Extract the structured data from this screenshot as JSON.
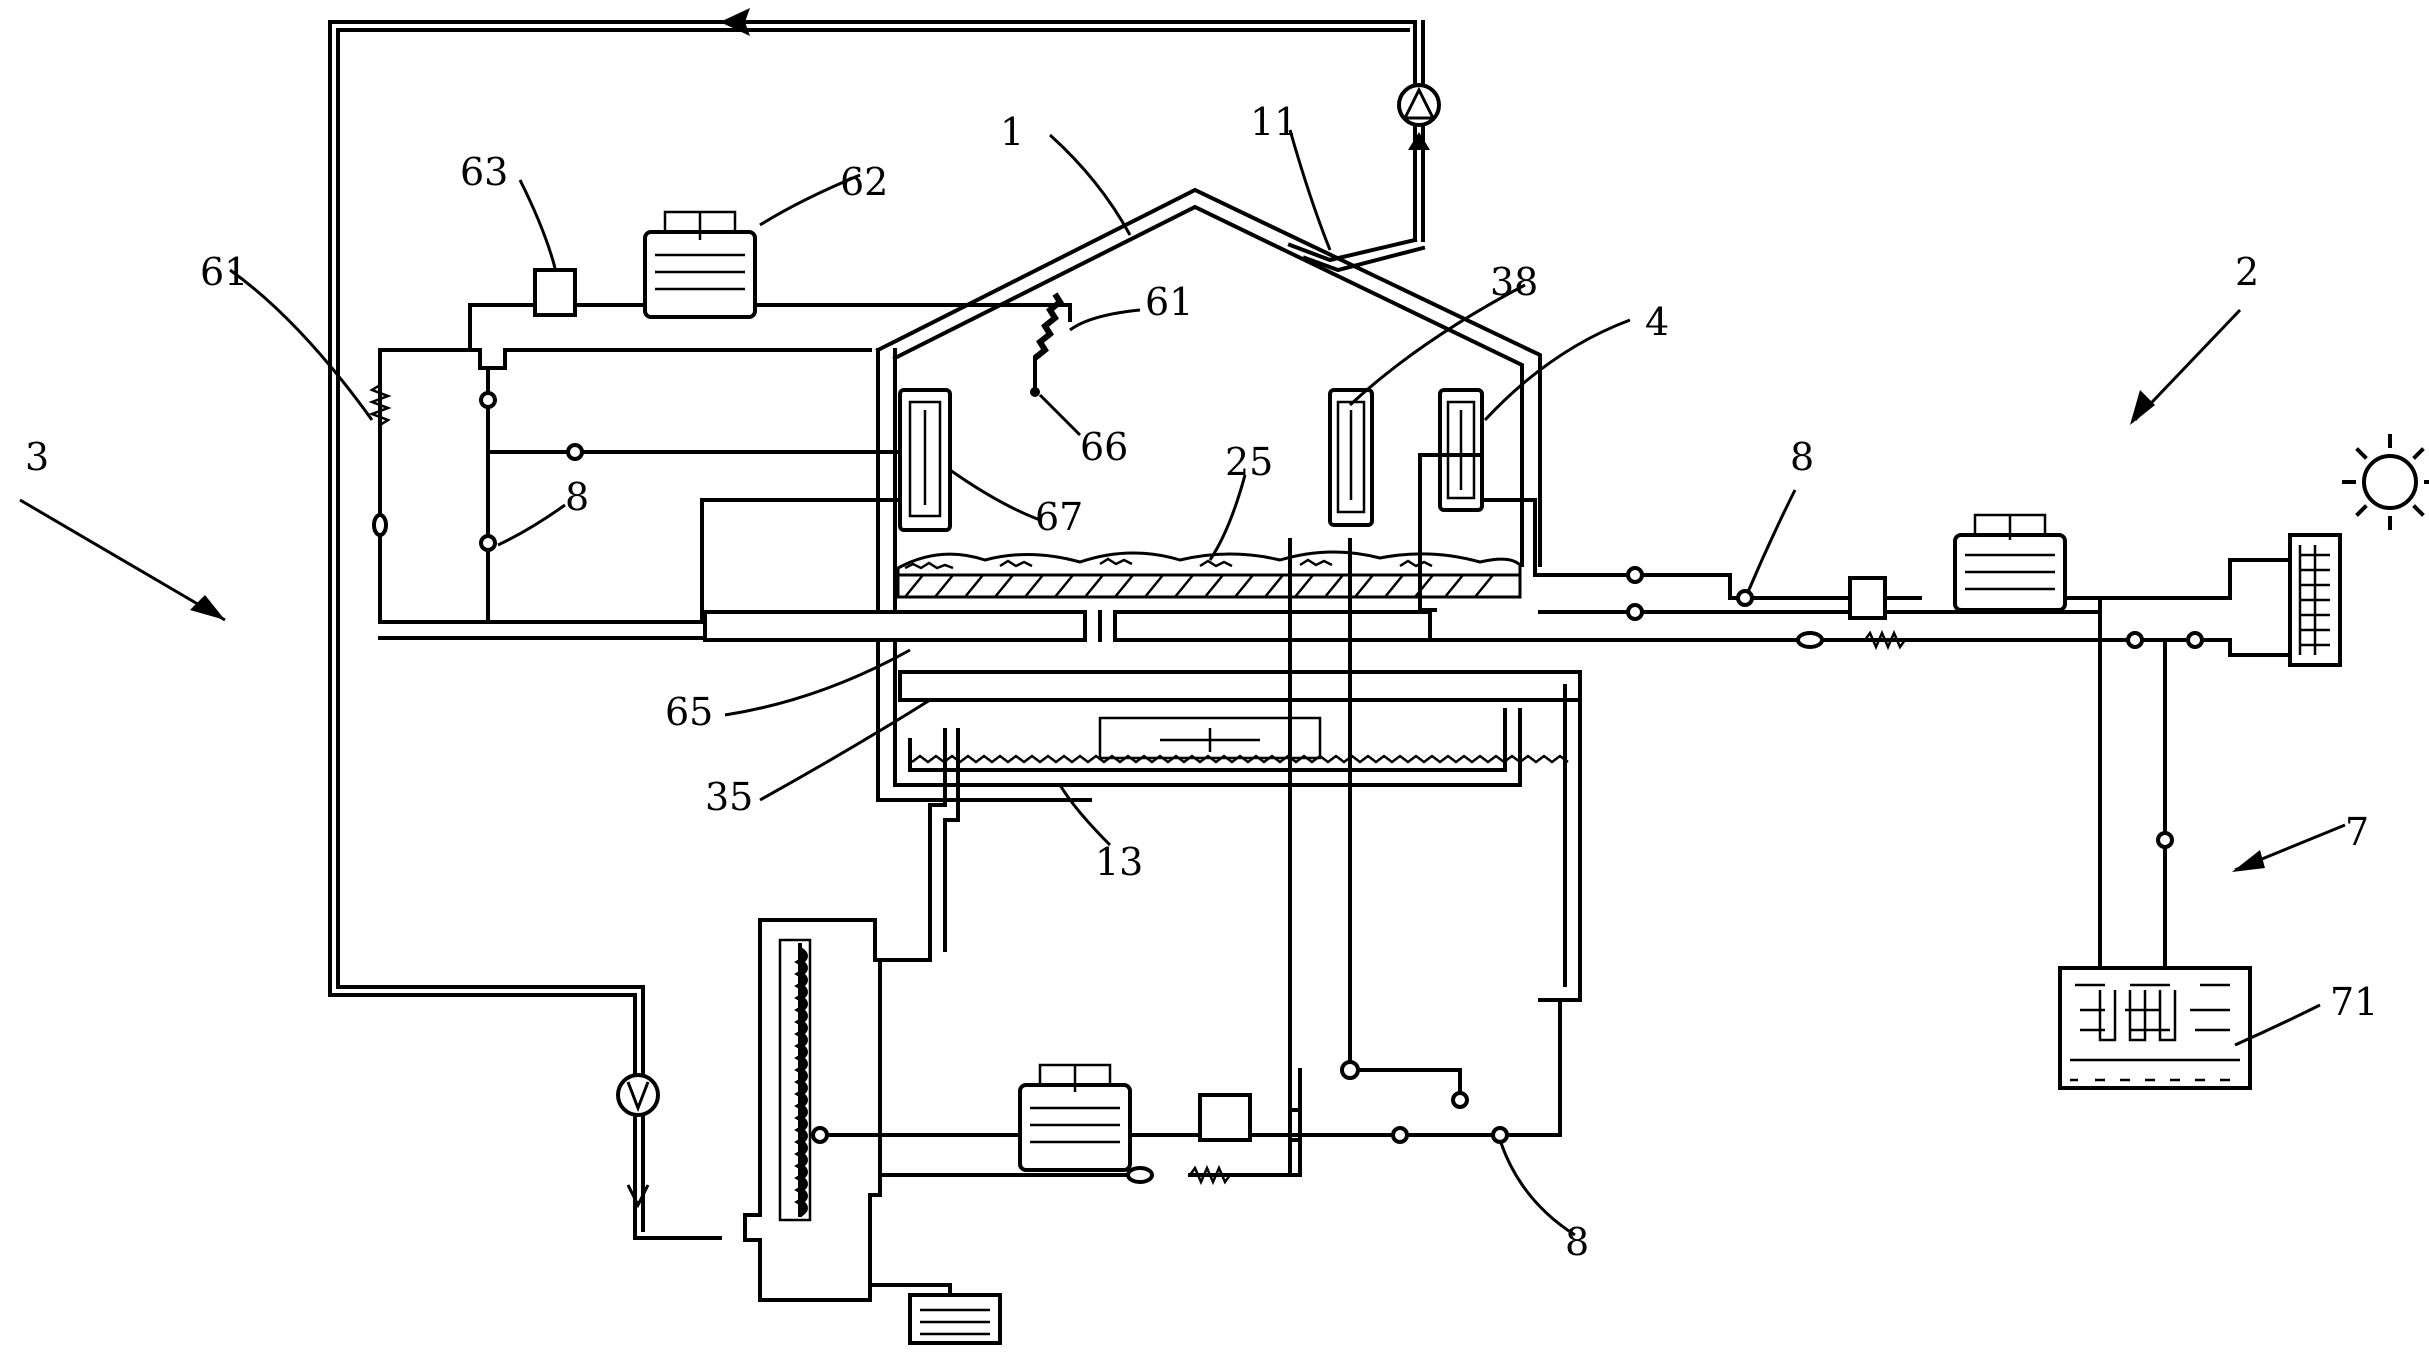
{
  "labels": {
    "l1": "1",
    "l11": "11",
    "l63": "63",
    "l62": "62",
    "l61a": "61",
    "l61b": "61",
    "l66": "66",
    "l67": "67",
    "l8a": "8",
    "l8b": "8",
    "l8c": "8",
    "l3": "3",
    "l38": "38",
    "l4": "4",
    "l25": "25",
    "l2": "2",
    "l65": "65",
    "l35": "35",
    "l13": "13",
    "l7": "7",
    "l71": "71"
  }
}
